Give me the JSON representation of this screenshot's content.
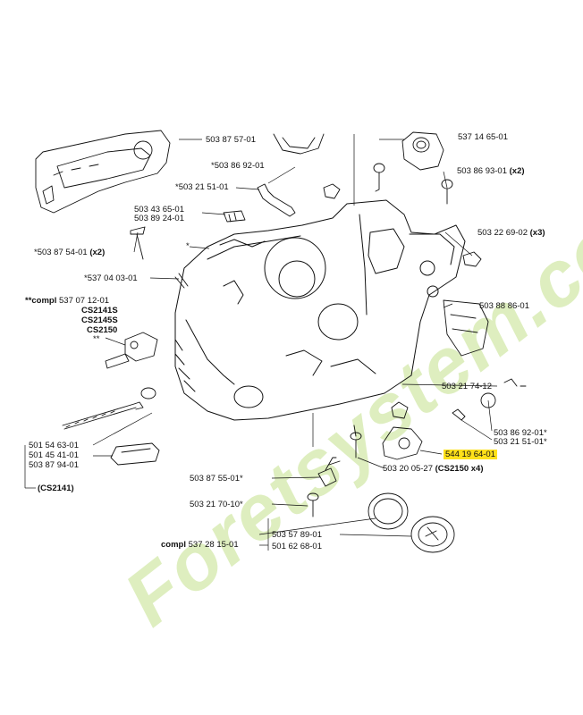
{
  "watermark": "Foretsystem.com",
  "labels": {
    "l1": "503 87 57-01",
    "l2": "537 14 65-01",
    "l3": "*503 86 92-01",
    "l4": "503 86 93-01",
    "l4x": "(x2)",
    "l5": "*503 21 51-01",
    "l6": "503 43 65-01",
    "l7": "503 89 24-01",
    "l8": "503 22 69-02",
    "l8x": "(x3)",
    "l9": "*503 87 54-01",
    "l9x": "(x2)",
    "l10": "*",
    "l11": "*537 04 03-01",
    "l12a": "**compl",
    "l12b": "537 07 12-01",
    "l13": "CS2141S",
    "l14": "CS2145S",
    "l15": "CS2150",
    "l16": "**",
    "l17": "503 88 86-01",
    "l18": "503 21 74-12",
    "l19": "503 86 92-01*",
    "l20": "503 21 51-01*",
    "l21": "501 54 63-01",
    "l22": "501 45 41-01",
    "l23": "503 87 94-01",
    "l24": "(CS2141)",
    "l25": "544 19 64-01",
    "l26": "503 20 05-27",
    "l26x": "(CS2150 x4)",
    "l27": "503 87 55-01*",
    "l28": "503 21 70-10*",
    "l29": "503 57 89-01",
    "l30a": "compl",
    "l30b": "537 28 15-01",
    "l31": "501 62 68-01"
  },
  "colors": {
    "highlight": "#ffe11a",
    "line": "#111111",
    "watermark_green": "#d9ecb5",
    "watermark_orange": "#f6d6a2"
  }
}
